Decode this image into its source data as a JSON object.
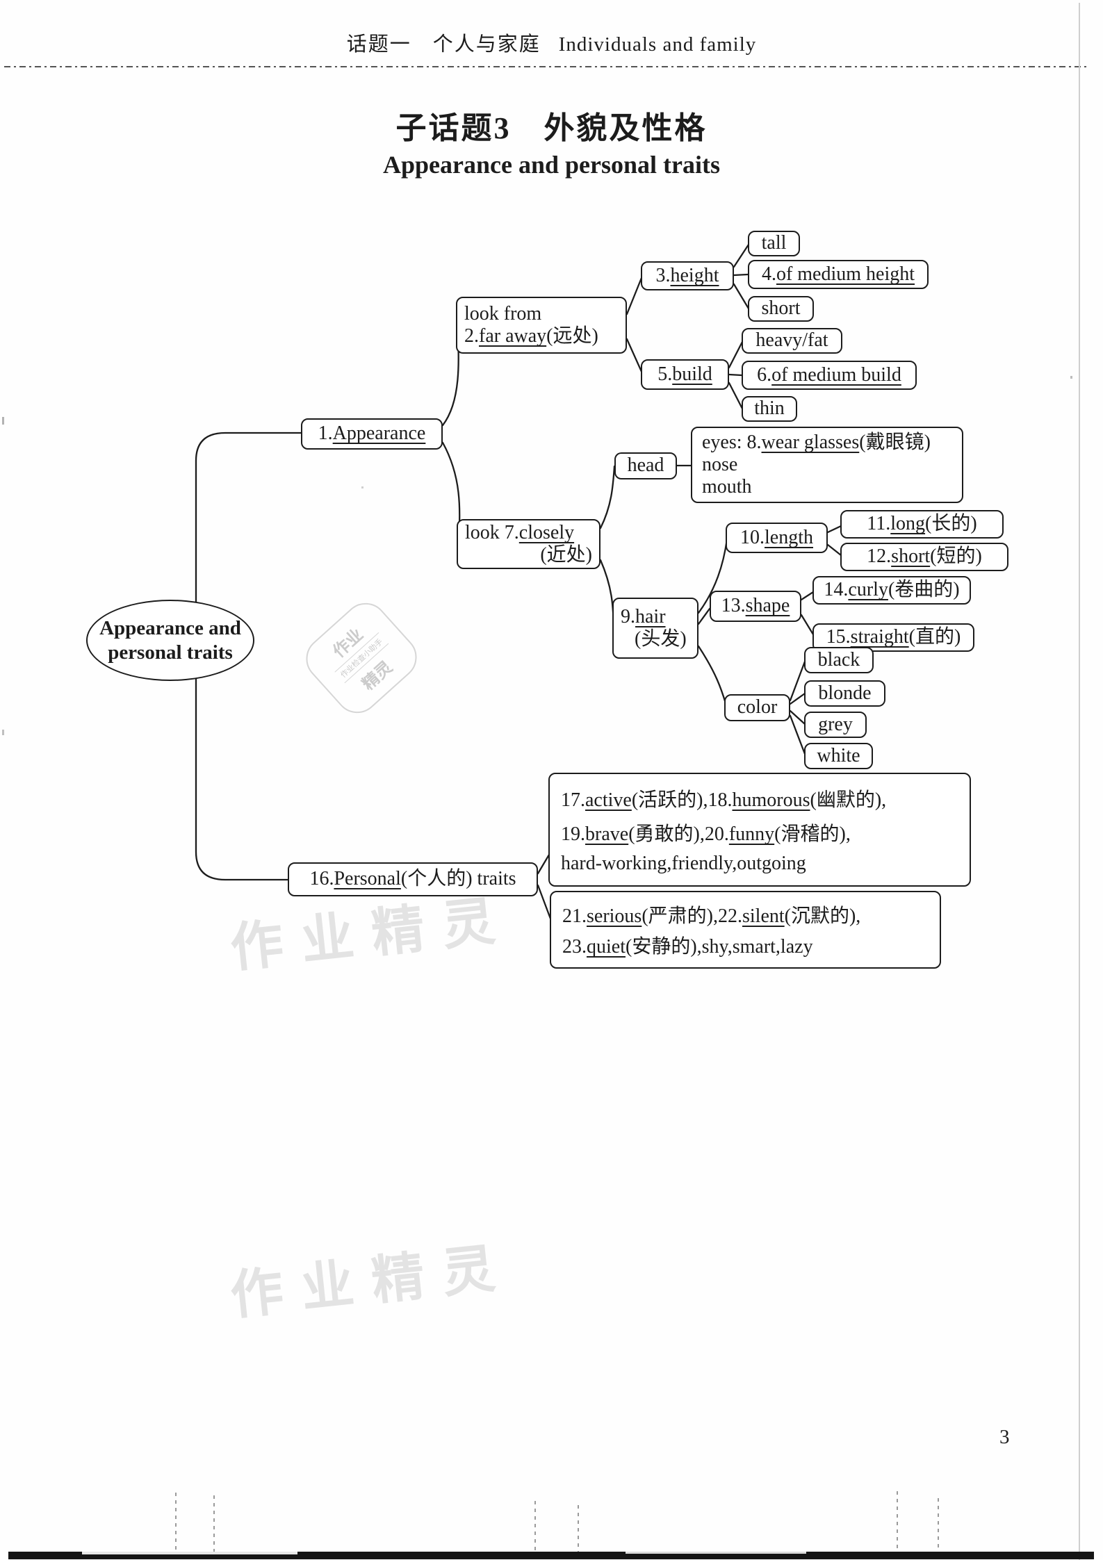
{
  "page": {
    "header_cn": "话题一　个人与家庭",
    "header_en": "Individuals and family",
    "title": "子话题3　外貌及性格",
    "subtitle": "Appearance and personal traits",
    "page_number": "3"
  },
  "watermark": {
    "text1": "作业精灵",
    "text2": "作业精灵",
    "stamp_top": "作业",
    "stamp_mid": "作业检查小助手",
    "stamp_bottom": "精灵"
  },
  "mm": {
    "root": {
      "l1": "Appearance and",
      "l2": "personal traits"
    },
    "appearance": {
      "s1": "1.",
      "u1": "Appearance"
    },
    "far_away": {
      "l1": {
        "s1": "look from"
      },
      "l2": {
        "s1": "2.",
        "u1": "far away",
        "s2": "(远处)"
      }
    },
    "height": {
      "s1": "3.",
      "u1": "height"
    },
    "tall": {
      "s1": "tall"
    },
    "medium_height": {
      "s1": "4.",
      "u1": "of medium height"
    },
    "short_h": {
      "s1": "short"
    },
    "build": {
      "s1": "5.",
      "u1": "build"
    },
    "heavy": {
      "s1": "heavy/fat"
    },
    "medium_build": {
      "s1": "6.",
      "u1": "of medium build"
    },
    "thin": {
      "s1": "thin"
    },
    "closely": {
      "l1": {
        "s1": "look 7.",
        "u1": "closely"
      },
      "l2": {
        "s1": "(近处)"
      }
    },
    "head": {
      "s1": "head"
    },
    "head_features": {
      "l1": {
        "s1": "eyes: 8.",
        "u1": "wear glasses",
        "s2": "(戴眼镜)"
      },
      "l2": {
        "s1": "nose"
      },
      "l3": {
        "s1": "mouth"
      }
    },
    "hair": {
      "l1": {
        "s1": "9.",
        "u1": "hair"
      },
      "l2": {
        "s1": "(头发)"
      }
    },
    "length": {
      "s1": "10.",
      "u1": "length"
    },
    "long": {
      "s1": "11.",
      "u1": "long",
      "s2": "(长的)"
    },
    "short_l": {
      "s1": "12.",
      "u1": "short",
      "s2": "(短的)"
    },
    "shape": {
      "s1": "13.",
      "u1": "shape"
    },
    "curly": {
      "s1": "14.",
      "u1": "curly",
      "s2": "(卷曲的)"
    },
    "straight": {
      "s1": "15.",
      "u1": "straight",
      "s2": "(直的)"
    },
    "color": {
      "s1": "color"
    },
    "black": {
      "s1": "black"
    },
    "blonde": {
      "s1": "blonde"
    },
    "grey": {
      "s1": "grey"
    },
    "white": {
      "s1": "white"
    },
    "personal": {
      "s1": "16.",
      "u1": "Personal",
      "s2": "(个人的) traits"
    },
    "traits1": {
      "l1": {
        "s1": "17.",
        "u1": "active",
        "s2": "(活跃的),18.",
        "u2": "humorous",
        "s3": "(幽默的),"
      },
      "l2": {
        "s1": "19.",
        "u1": "brave",
        "s2": "(勇敢的),20.",
        "u2": "funny",
        "s3": "(滑稽的),"
      },
      "l3": {
        "s1": "hard-working,friendly,outgoing"
      }
    },
    "traits2": {
      "l1": {
        "s1": "21.",
        "u1": "serious",
        "s2": "(严肃的),22.",
        "u2": "silent",
        "s3": "(沉默的),"
      },
      "l2": {
        "s1": "23.",
        "u1": "quiet",
        "s2": "(安静的),shy,smart,lazy"
      }
    }
  }
}
